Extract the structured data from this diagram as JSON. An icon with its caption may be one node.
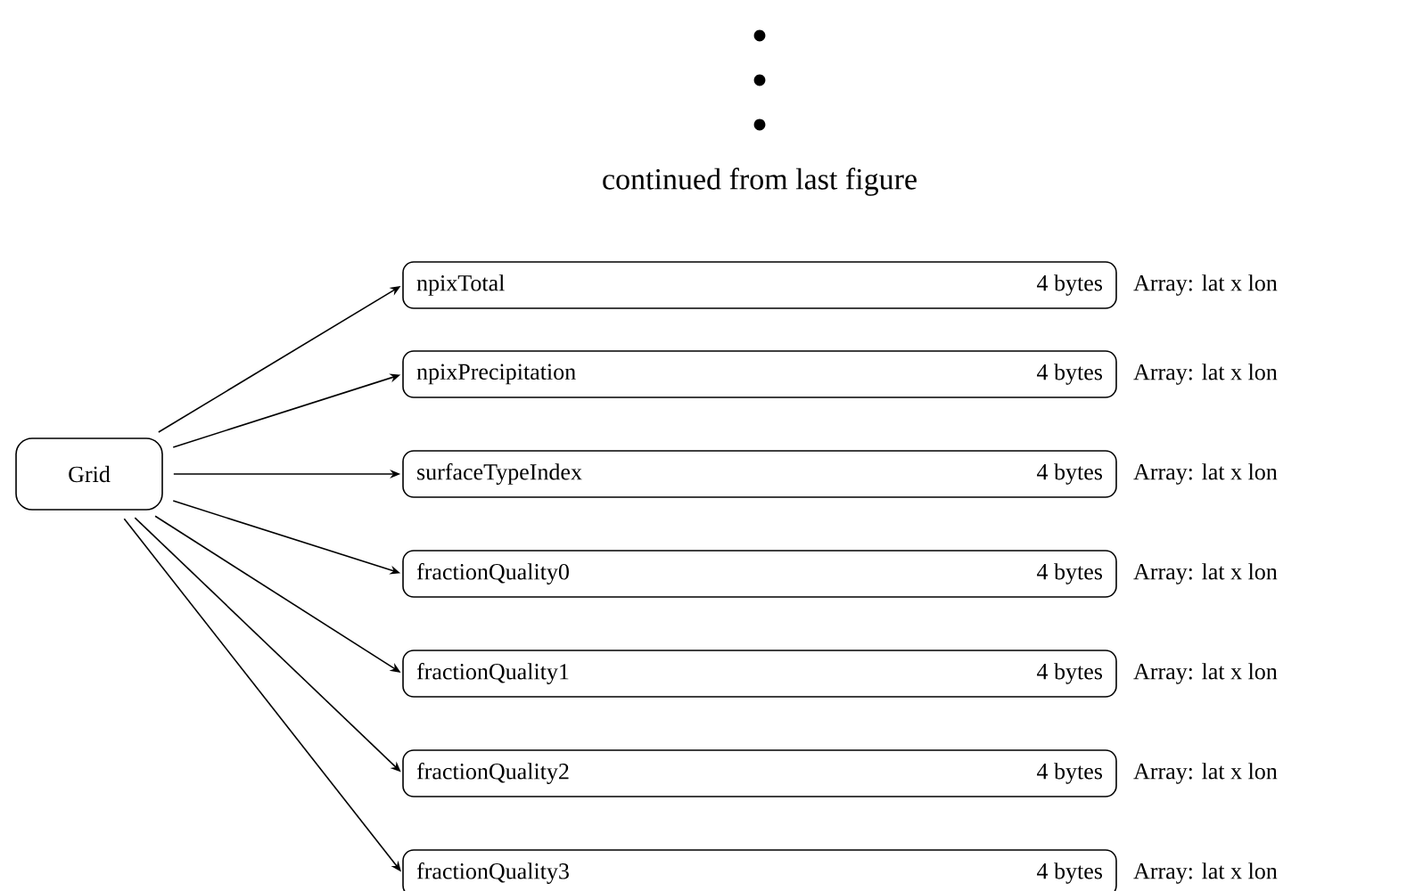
{
  "diagram": {
    "title": "continued from last figure",
    "nodes": [
      {
        "text": [
          "Grid"
        ]
      },
      {
        "text": [
          "npixTotal",
          "4 bytes"
        ],
        "beside": [
          "Array: lat x lon"
        ]
      },
      {
        "text": [
          "npixPrecipitation",
          "4 bytes"
        ],
        "beside": [
          "Array: lat x lon"
        ]
      },
      {
        "text": [
          "surfaceTypeIndex",
          "4 bytes"
        ],
        "beside": [
          "Array: lat x lon"
        ]
      },
      {
        "text": [
          "fractionQuality0",
          "4 bytes"
        ],
        "beside": [
          "Array: lat x lon"
        ]
      },
      {
        "text": [
          "fractionQuality1",
          "4 bytes"
        ],
        "beside": [
          "Array: lat x lon"
        ]
      },
      {
        "text": [
          "fractionQuality2",
          "4 bytes"
        ],
        "beside": [
          "Array: lat x lon"
        ]
      },
      {
        "text": [
          "fractionQuality3",
          "4 bytes"
        ],
        "beside": [
          "Array: lat x lon"
        ]
      }
    ],
    "edges": [
      {
        "from": 0,
        "to": 1,
        "arrow": "to"
      },
      {
        "from": 0,
        "to": 2,
        "arrow": "to"
      },
      {
        "from": 0,
        "to": 3,
        "arrow": "to"
      },
      {
        "from": 0,
        "to": 4,
        "arrow": "to"
      },
      {
        "from": 0,
        "to": 5,
        "arrow": "to"
      },
      {
        "from": 0,
        "to": 6,
        "arrow": "to"
      },
      {
        "from": 0,
        "to": 7,
        "arrow": "to"
      }
    ]
  }
}
